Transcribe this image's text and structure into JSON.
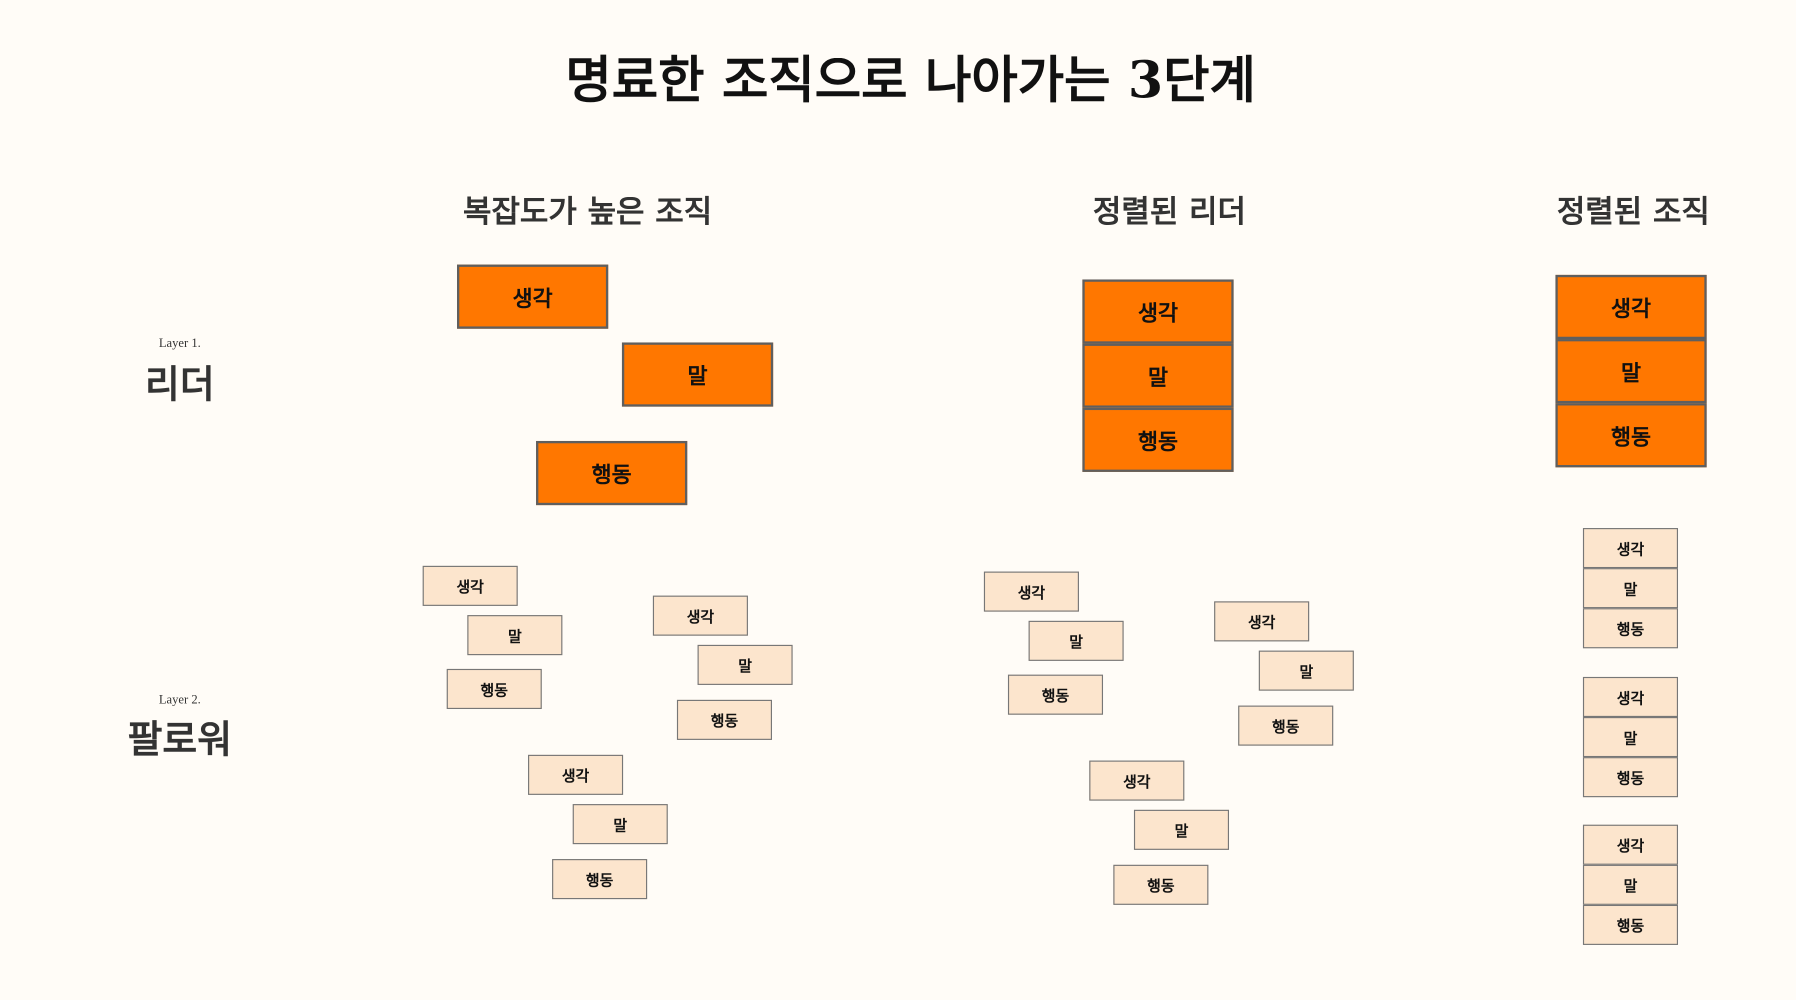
{
  "title": "명료한 조직으로 나아가는 3단계",
  "columns": [
    "복잡도가 높은 조직",
    "정렬된 리더",
    "정렬된 조직"
  ],
  "layers": [
    {
      "tag": "Layer 1.",
      "name": "리더"
    },
    {
      "tag": "Layer 2.",
      "name": "팔로워"
    }
  ],
  "words": [
    "생각",
    "말",
    "행동"
  ],
  "colors": {
    "leader": "#FF7700",
    "follower": "#FCE5CD",
    "background": "#FFFCF7"
  }
}
